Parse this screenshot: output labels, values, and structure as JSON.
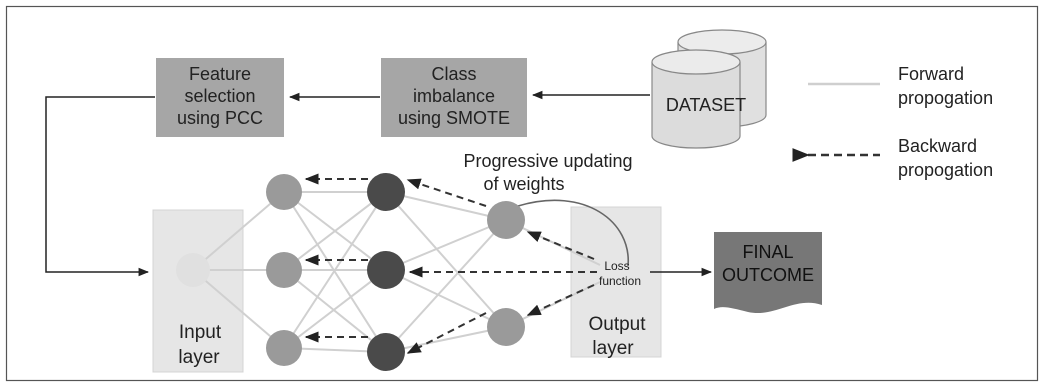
{
  "legend": {
    "forward_line1": "Forward",
    "forward_line2": "propogation",
    "backward_line1": "Backward",
    "backward_line2": "propogation"
  },
  "pipeline": {
    "feature_selection_line1": "Feature",
    "feature_selection_line2": "selection",
    "feature_selection_line3": "using PCC",
    "class_imbalance_line1": "Class",
    "class_imbalance_line2": "imbalance",
    "class_imbalance_line3": "using SMOTE",
    "dataset_label": "DATASET"
  },
  "network": {
    "update_label_line1": "Progressive updating",
    "update_label_line2": "of weights",
    "input_layer_line1": "Input",
    "input_layer_line2": "layer",
    "output_layer_line1": "Output",
    "output_layer_line2": "layer",
    "loss_line1": "Loss",
    "loss_line2": "function"
  },
  "outcome": {
    "line1": "FINAL",
    "line2": "OUTCOME"
  },
  "colors": {
    "box_fill": "#a6a6a6",
    "dark_node": "#4a4a4a",
    "mid_node": "#9a9a9a",
    "light_node": "#e2e2e2",
    "layer_bg": "#e6e6e6",
    "forward_line": "#cfcfcf",
    "backward_line": "#333333",
    "outcome_fill": "#777777"
  }
}
